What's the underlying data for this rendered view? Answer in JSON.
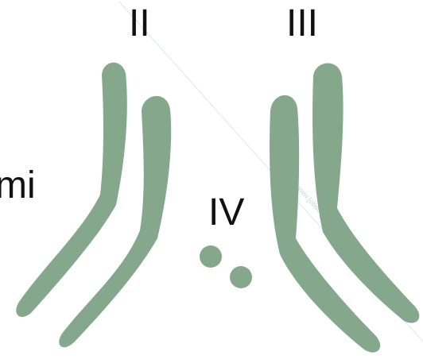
{
  "labels": {
    "ii": "II",
    "iii": "III",
    "iv": "IV",
    "mi": "mi"
  },
  "watermark": {
    "text": "www.[obscured]"
  },
  "colors": {
    "chromosome": "#85a88c",
    "text": "#111111",
    "watermark_line": "#dfe6f2"
  }
}
